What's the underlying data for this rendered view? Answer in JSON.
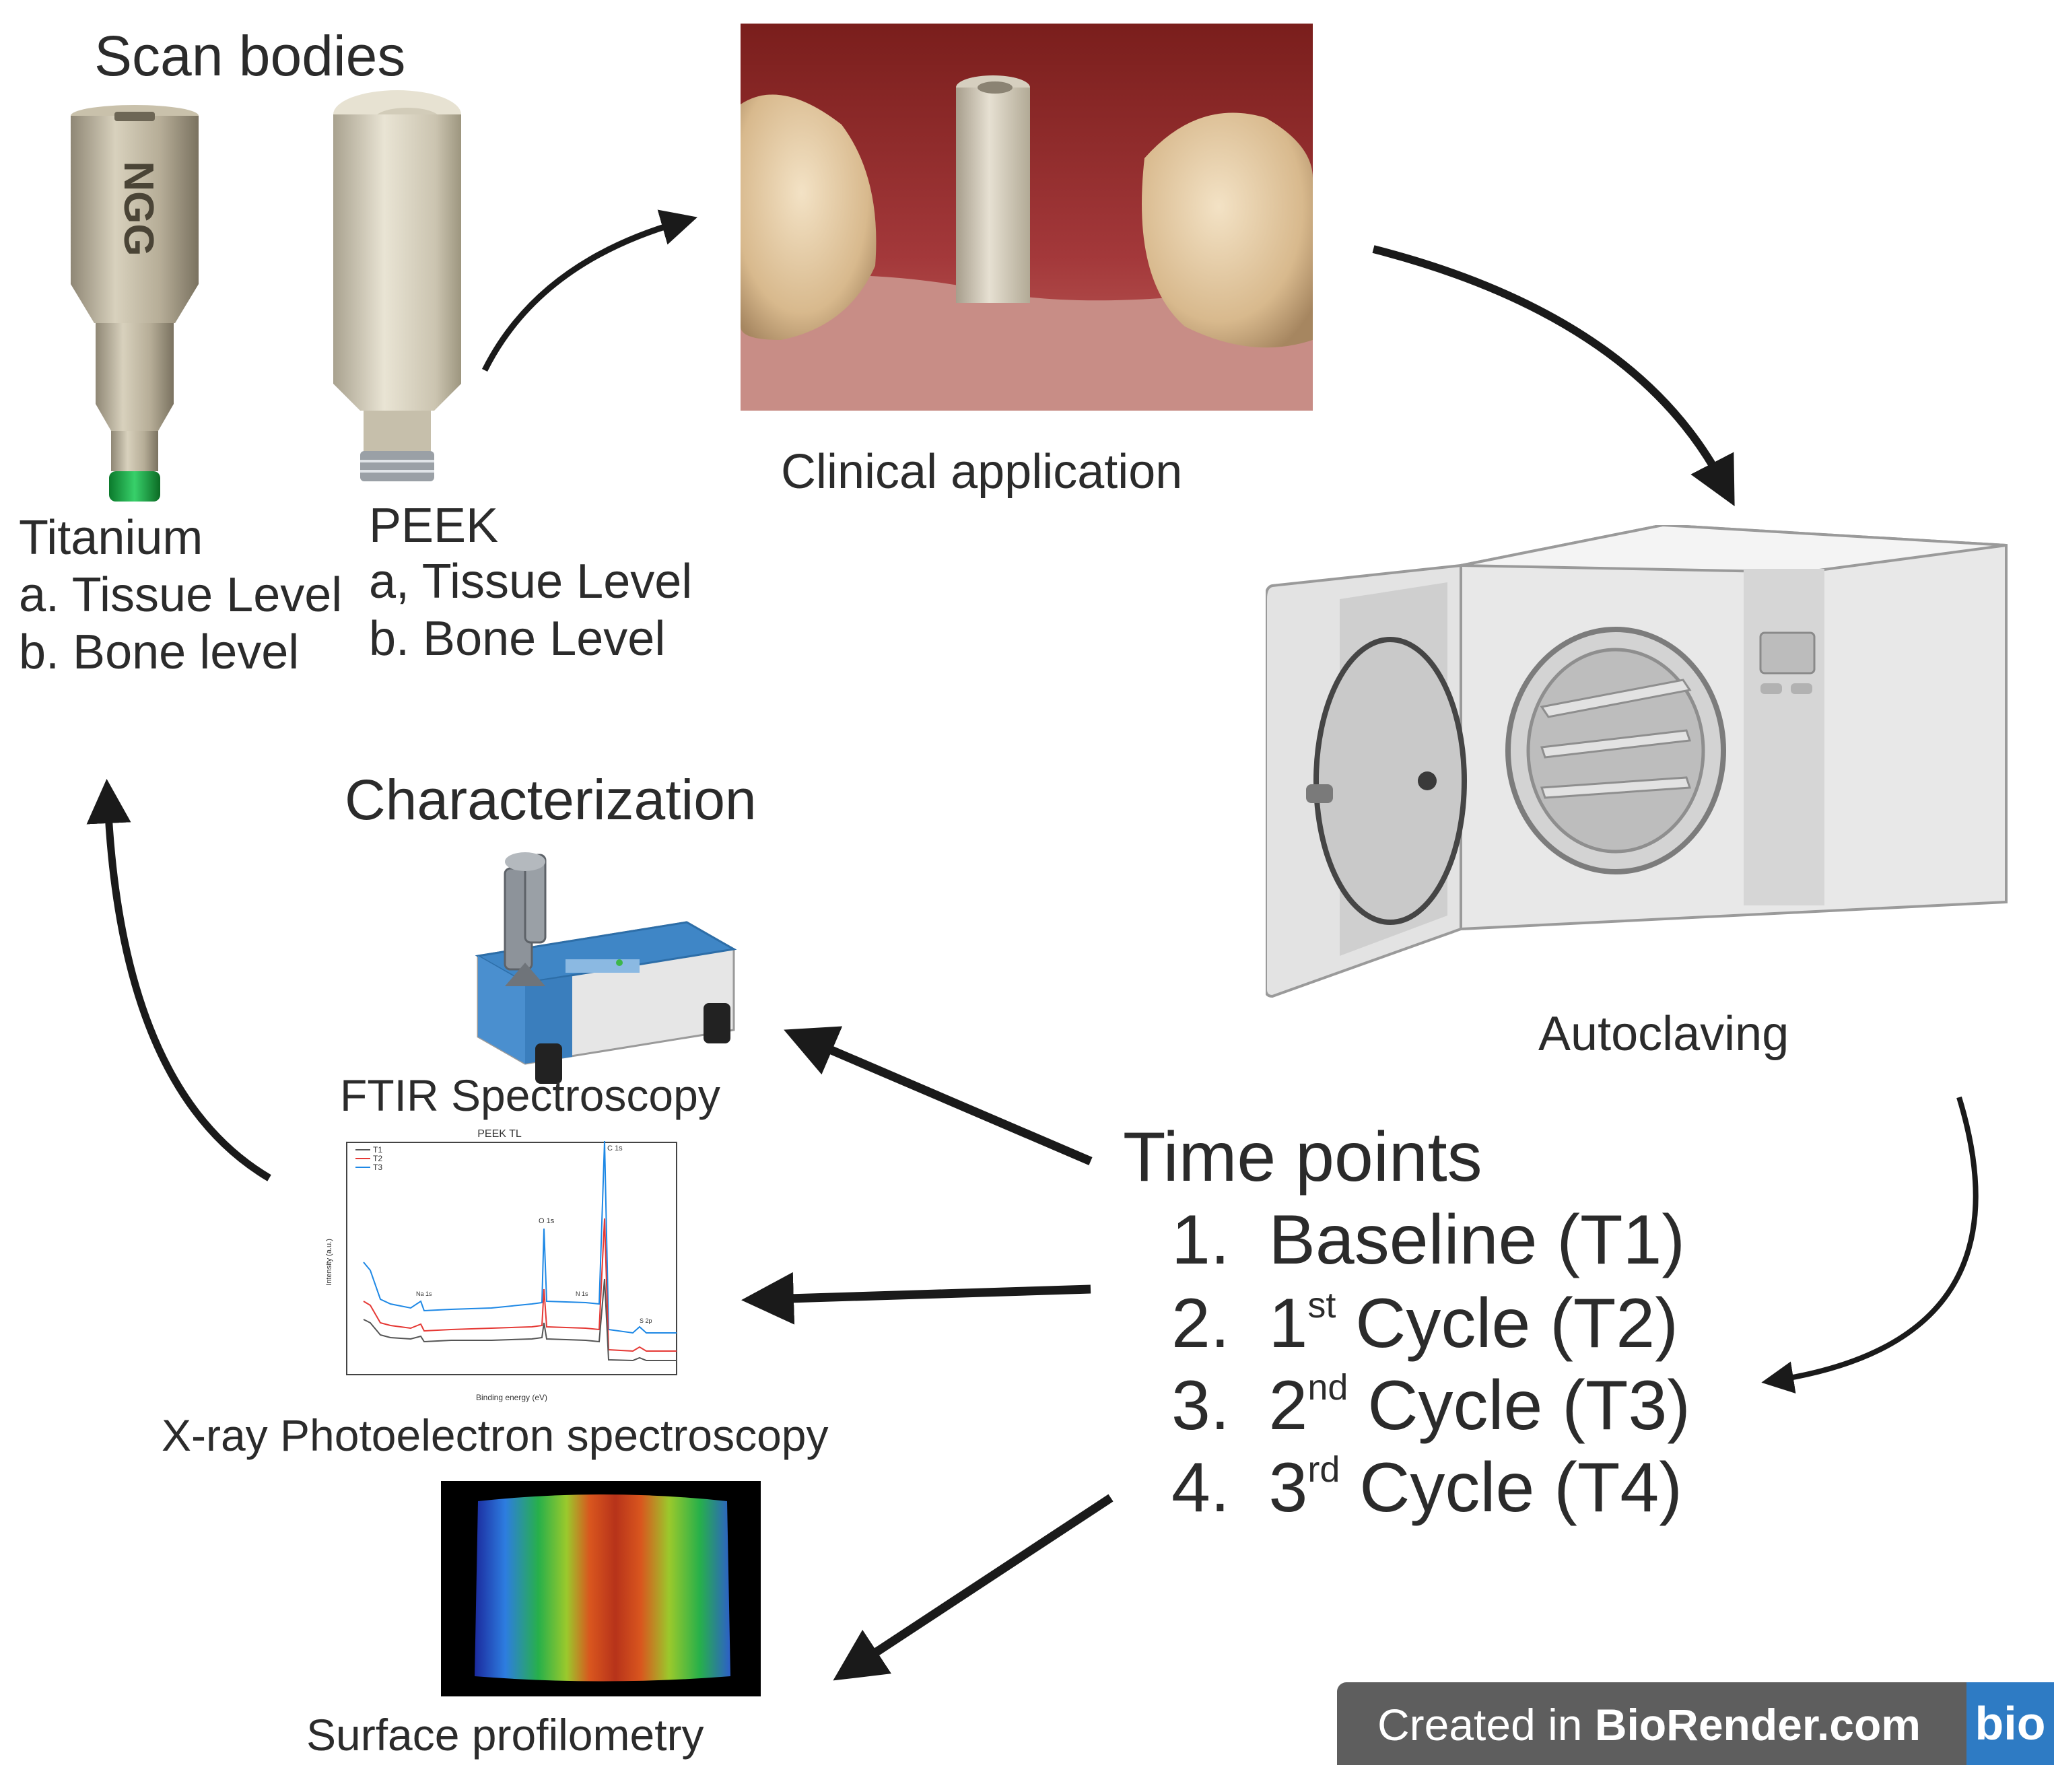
{
  "scan_bodies": {
    "title": "Scan bodies",
    "titanium": {
      "name": "Titanium",
      "line_a": "a. Tissue Level",
      "line_b": "b. Bone level",
      "engraving": "NGG"
    },
    "peek": {
      "name": "PEEK",
      "line_a": "a, Tissue Level",
      "line_b": "b. Bone Level"
    }
  },
  "clinical": {
    "label": "Clinical application"
  },
  "autoclave": {
    "label": "Autoclaving"
  },
  "characterization": {
    "title": "Characterization",
    "ftir": "FTIR Spectroscopy",
    "xps": "X-ray Photoelectron spectroscopy",
    "profilometry": "Surface profilometry"
  },
  "time_points": {
    "title": "Time points",
    "items": [
      {
        "num": "1.",
        "pre": "Baseline (T1)",
        "sup": "",
        "post": ""
      },
      {
        "num": "2.",
        "pre": "1",
        "sup": "st",
        "post": " Cycle (T2)"
      },
      {
        "num": "3.",
        "pre": "2",
        "sup": "nd",
        "post": " Cycle (T3)"
      },
      {
        "num": "4.",
        "pre": "3",
        "sup": "rd",
        "post": " Cycle (T4)"
      }
    ]
  },
  "xps_chart": {
    "title": "PEEK TL",
    "xlabel": "Binding energy (eV)",
    "ylabel": "Intensity (a.u.)",
    "legend": [
      "T1",
      "T2",
      "T3"
    ],
    "colors": [
      "#555555",
      "#e53935",
      "#1e88e5"
    ],
    "peak_labels": [
      "O 1s",
      "C 1s",
      "Na 1s",
      "N 1s",
      "S 2p"
    ]
  },
  "badge": {
    "prefix": "Created in ",
    "brand": "BioRender.com",
    "logo": "bio"
  },
  "colors": {
    "arrow": "#1a1a1a",
    "text": "#2b2b2b",
    "badge_bg": "#5e5e5e",
    "logo_bg": "#2e7bc4"
  }
}
